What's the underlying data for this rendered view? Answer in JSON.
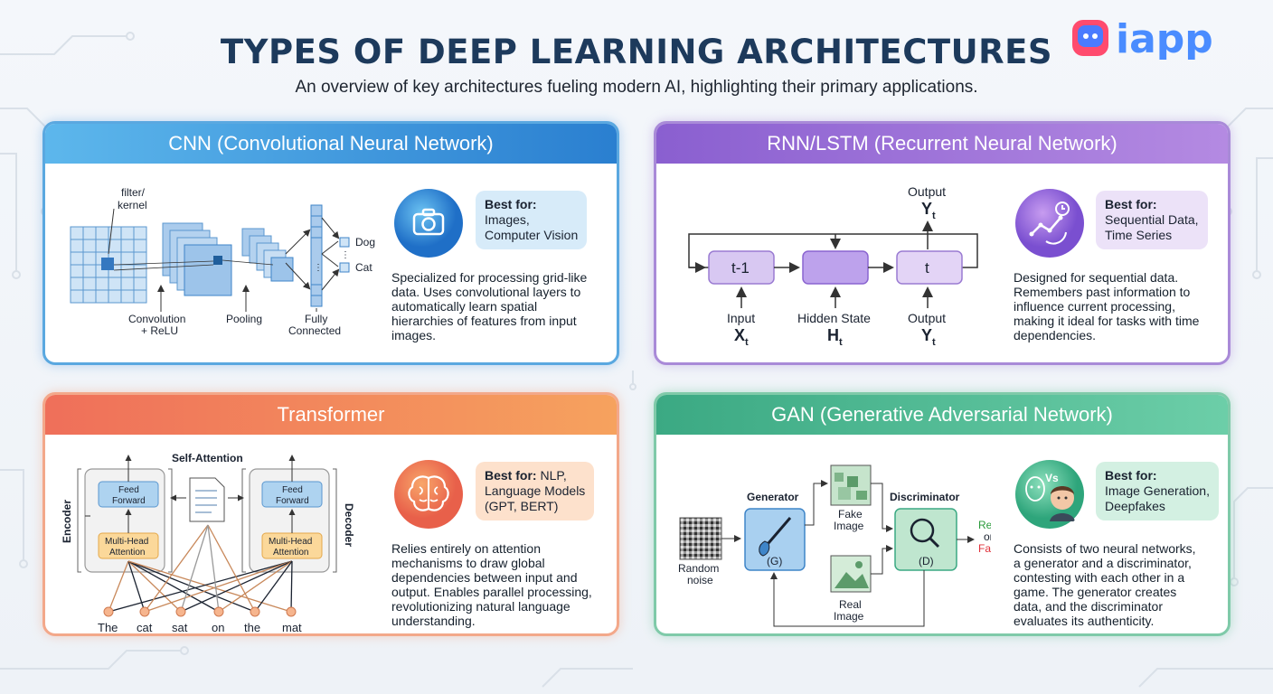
{
  "title": "TYPES OF DEEP LEARNING ARCHITECTURES",
  "subtitle": "An overview of key architectures fueling modern AI, highlighting their primary applications.",
  "logo": {
    "text": "iapp",
    "icon": "robot-face-icon"
  },
  "colors": {
    "cnn": "#2a7fd0",
    "rnn": "#8a5fd0",
    "transformer": "#ef6f5a",
    "gan": "#3ba983",
    "real": "#2a9a3a",
    "fake": "#e0303a"
  },
  "cnn": {
    "header": "CNN (Convolutional Neural Network)",
    "diagram": {
      "filter_label_1": "filter/",
      "filter_label_2": "kernel",
      "conv_label_1": "Convolution",
      "conv_label_2": "+ ReLU",
      "pool_label": "Pooling",
      "fc_label_1": "Fully",
      "fc_label_2": "Connected",
      "output_1": "Dog",
      "output_2": "Cat"
    },
    "icon": "camera-icon",
    "best_for_label": "Best for:",
    "best_for_1": "Images,",
    "best_for_2": "Computer Vision",
    "desc": [
      "Specialized for processing grid-like",
      "data. Uses convolutional layers to",
      "automatically learn spatial",
      "hierarchies of features from input",
      "images."
    ]
  },
  "rnn": {
    "header": "RNN/LSTM (Recurrent Neural Network)",
    "diagram": {
      "output_top": "Output",
      "y_top": "Y",
      "cell_prev": "t-1",
      "cell_cur": "t",
      "input_label": "Input",
      "x_var": "X",
      "hidden_label": "Hidden State",
      "h_var": "H",
      "output_label": "Output",
      "y_var": "Y",
      "sub_t": "t"
    },
    "icon": "chart-clock-icon",
    "best_for_label": "Best for:",
    "best_for_1": "Sequential Data,",
    "best_for_2": "Time Series",
    "desc": [
      "Designed for sequential data.",
      "Remembers past information to",
      "influence current processing,",
      "making it ideal for tasks with time",
      "dependencies."
    ]
  },
  "transformer": {
    "header": "Transformer",
    "diagram": {
      "self_attention": "Self-Attention",
      "encoder": "Encoder",
      "decoder": "Decoder",
      "ff_1": "Feed",
      "ff_2": "Forward",
      "mha_1": "Multi-Head",
      "mha_2": "Attention",
      "tokens": [
        "The",
        "cat",
        "sat",
        "on",
        "the",
        "mat"
      ]
    },
    "icon": "brain-icon",
    "best_for_label": "Best for:",
    "best_for_1": "NLP,",
    "best_for_2": "Language Models",
    "best_for_3": "(GPT, BERT)",
    "desc": [
      "Relies entirely on attention",
      "mechanisms to draw global",
      "dependencies between input and",
      "output. Enables parallel processing,",
      "revolutionizing natural language",
      "understanding."
    ]
  },
  "gan": {
    "header": "GAN (Generative Adversarial Network)",
    "diagram": {
      "noise_1": "Random",
      "noise_2": "noise",
      "generator": "Generator",
      "gen_code": "(G)",
      "fake_1": "Fake",
      "fake_2": "Image",
      "real_1": "Real",
      "real_2": "Image",
      "discriminator": "Discriminator",
      "disc_code": "(D)",
      "out_real": "Real",
      "out_or": "or",
      "out_fake": "Fake"
    },
    "icon": "robot-vs-human-icon",
    "vs_text": "Vs",
    "best_for_label": "Best for:",
    "best_for_1": "Image Generation,",
    "best_for_2": "Deepfakes",
    "desc": [
      "Consists of two neural networks,",
      "a generator and a discriminator,",
      "contesting with each other in a",
      "game. The generator creates",
      "data, and the discriminator",
      "evaluates its authenticity."
    ]
  }
}
